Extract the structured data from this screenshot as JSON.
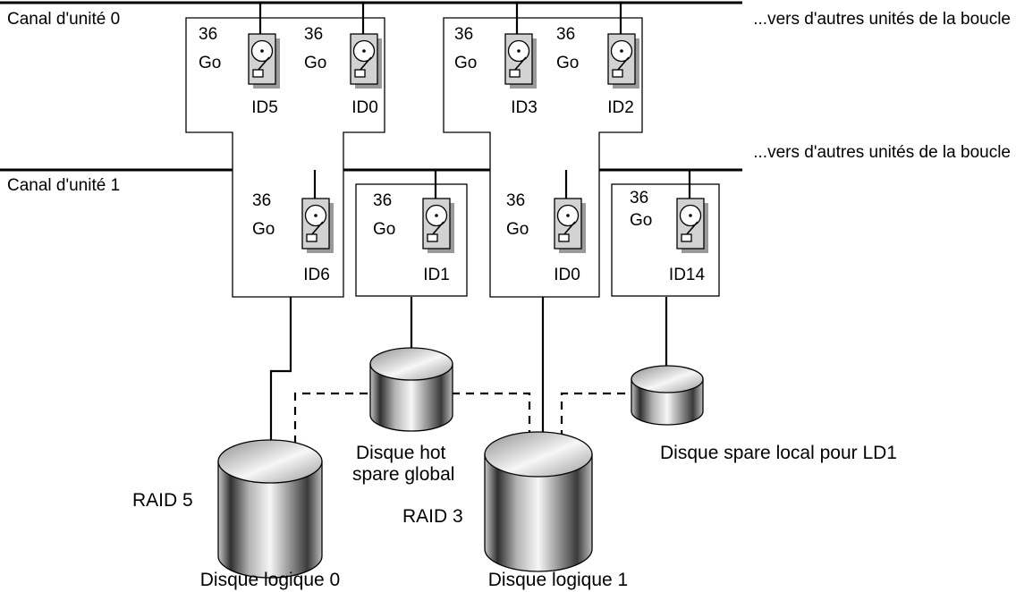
{
  "channels": {
    "ch0_label": "Canal d'unité 0",
    "ch1_label": "Canal d'unité 1",
    "loop_text_top": "...vers d'autres unités de la boucle",
    "loop_text_mid": "...vers d'autres unités de la boucle"
  },
  "enclosures": {
    "top_left": {
      "left_disk": {
        "size": "36",
        "unit": "Go",
        "id": "ID5"
      },
      "right_disk": {
        "size": "36",
        "unit": "Go",
        "id": "ID0"
      }
    },
    "top_right": {
      "left_disk": {
        "size": "36",
        "unit": "Go",
        "id": "ID3"
      },
      "right_disk": {
        "size": "36",
        "unit": "Go",
        "id": "ID2"
      }
    },
    "lower": [
      {
        "size": "36",
        "unit": "Go",
        "id": "ID6"
      },
      {
        "size": "36",
        "unit": "Go",
        "id": "ID1"
      },
      {
        "size": "36",
        "unit": "Go",
        "id": "ID0"
      },
      {
        "size": "36",
        "unit": "Go",
        "id": "ID14"
      }
    ]
  },
  "volumes": {
    "ld0_name": "Disque logique 0",
    "ld0_raid": "RAID 5",
    "ld1_name": "Disque logique 1",
    "ld1_raid": "RAID 3",
    "global_spare_line1": "Disque hot",
    "global_spare_line2": "spare global",
    "local_spare": "Disque spare local pour LD1"
  },
  "icons": {
    "drive": "hard-disk-icon",
    "volume": "disk-cylinder-icon"
  }
}
